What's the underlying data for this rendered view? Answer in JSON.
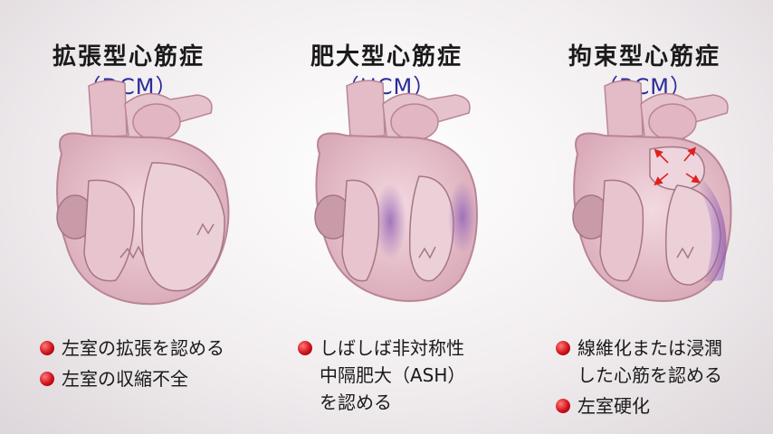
{
  "panels": [
    {
      "title": "拡張型心筋症",
      "abbr": "（DCM）",
      "bullets": [
        {
          "lines": [
            "左室の拡張を認める"
          ]
        },
        {
          "lines": [
            "左室の収縮不全"
          ]
        }
      ]
    },
    {
      "title": "肥大型心筋症",
      "abbr": "（HCM）",
      "bullets": [
        {
          "lines": [
            "しばしば非対称性",
            "中隔肥大（ASH）",
            "を認める"
          ]
        }
      ]
    },
    {
      "title": "拘束型心筋症",
      "abbr": "（RCM）",
      "bullets": [
        {
          "lines": [
            "線維化または浸潤",
            "した心筋を認める"
          ]
        },
        {
          "lines": [
            "左室硬化"
          ]
        }
      ]
    }
  ],
  "colors": {
    "heart_fill": "#e9c6d0",
    "heart_outline": "#b98596",
    "title_text": "#1a1a1a",
    "abbr_text": "#2c2c9a",
    "bullet_dot": "#d0121a",
    "hypertrophy": "#9a6ab8",
    "arrow": "#e02020"
  }
}
